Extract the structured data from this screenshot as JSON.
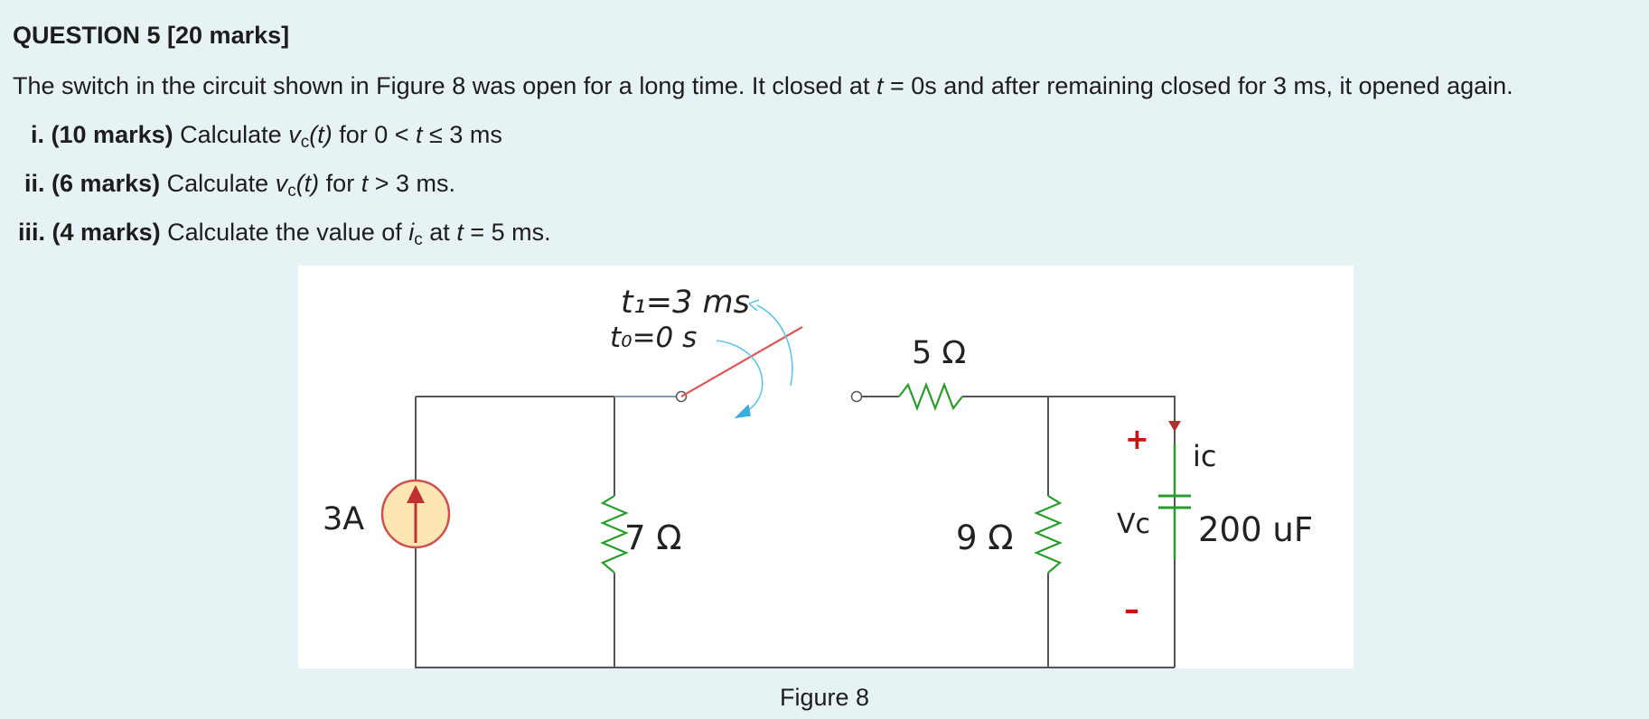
{
  "question": {
    "heading": "QUESTION 5 [20 marks]",
    "intro": {
      "part1": "The switch in the circuit shown in Figure 8 was open for a long time. It closed at ",
      "t": "t",
      "part2": " = 0s and after remaining closed for 3 ms, it opened again."
    },
    "parts": [
      {
        "number": "i.",
        "marks": "(10 marks)",
        "text_a": " Calculate ",
        "var": "v",
        "sub": "c",
        "var_tail": "(t)",
        "text_b": " for 0 < ",
        "t": "t",
        "text_c": " ≤ 3 ms"
      },
      {
        "number": "ii.",
        "marks": "(6 marks)",
        "text_a": " Calculate ",
        "var": "v",
        "sub": "c",
        "var_tail": "(t)",
        "text_b": " for ",
        "t": "t",
        "text_c": " > 3 ms."
      },
      {
        "number": "iii.",
        "marks": "(4 marks)",
        "text_a": " Calculate the value of ",
        "var": "i",
        "sub": "c",
        "text_b": " at ",
        "t": "t",
        "text_c": " = 5 ms."
      }
    ]
  },
  "figure": {
    "caption": "Figure 8",
    "labels": {
      "switch_open_time": "t₁=3 ms",
      "switch_close_time": "t₀=0 s",
      "r_series": "5 Ω",
      "r_left": "7 Ω",
      "r_right": "9 Ω",
      "source": "3A",
      "current": "ic",
      "voltage": "Vc",
      "capacitor": "200 uF",
      "plus": "+",
      "minus": "–"
    },
    "colors": {
      "wire": "#555555",
      "resistor": "#2a9d2a",
      "switch": "#e05555",
      "arrow": "#5fc6e8",
      "source_fill": "#fde6b2",
      "source_stroke": "#d05050",
      "polarity": "#cc1111",
      "current_arrow": "#b03030"
    }
  }
}
